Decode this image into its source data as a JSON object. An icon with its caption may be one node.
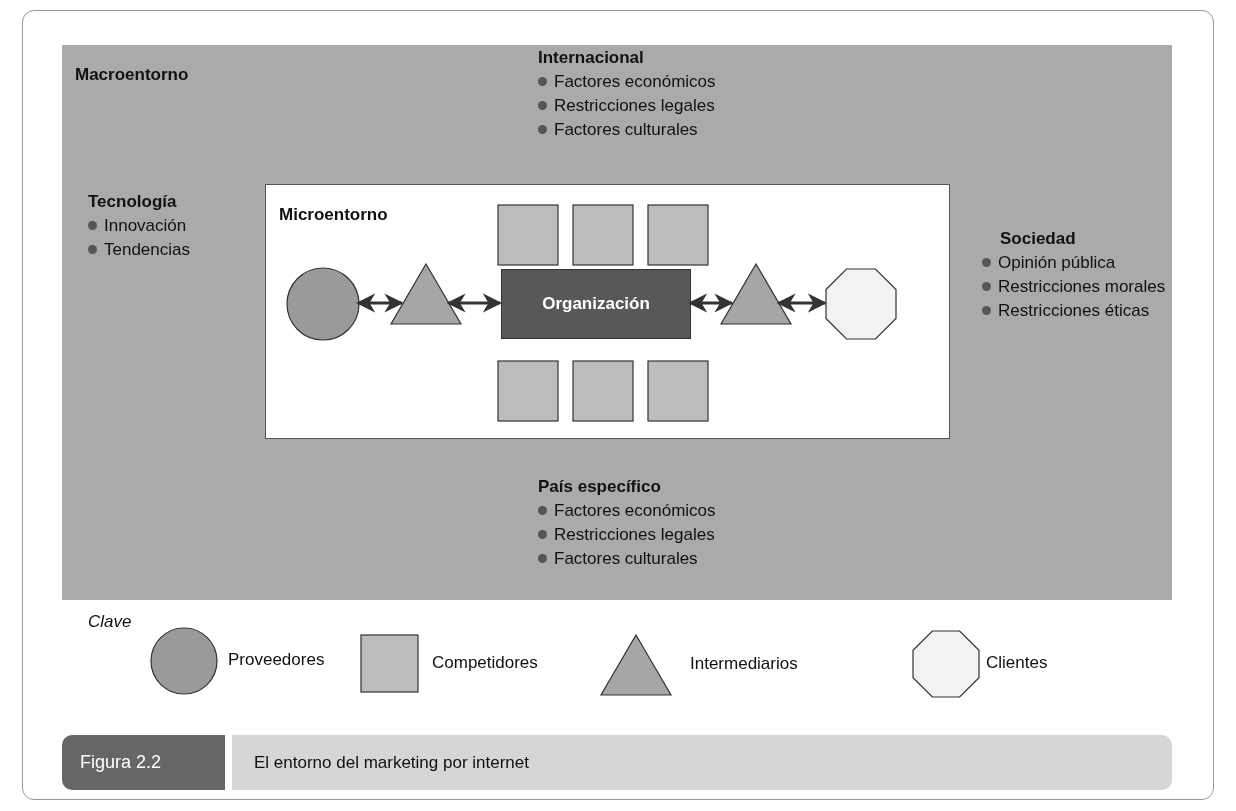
{
  "diagram": {
    "caption": "El entorno del marketing por internet",
    "nodes": [
      {
        "text": [
          "Macroentorno"
        ]
      },
      {
        "text": [
          "Microentorno"
        ],
        "in": 0
      },
      {
        "text": [],
        "shape": "circle",
        "in": 1
      },
      {
        "text": [],
        "shape": "triangle",
        "in": 1
      },
      {
        "text": [
          "Organización"
        ],
        "in": 1
      },
      {
        "text": [],
        "shape": "triangle",
        "in": 1
      },
      {
        "text": [],
        "shape": "octagon",
        "in": 1
      },
      {
        "text": [],
        "shape": "box",
        "in": 1
      },
      {
        "text": [],
        "shape": "box",
        "in": 1
      },
      {
        "text": [],
        "shape": "box",
        "in": 1
      },
      {
        "text": [],
        "shape": "box",
        "in": 1
      },
      {
        "text": [],
        "shape": "box",
        "in": 1
      },
      {
        "text": [],
        "shape": "box",
        "in": 1
      }
    ],
    "edges": [
      {
        "from": 2,
        "to": 3,
        "arrow": "both"
      },
      {
        "from": 3,
        "to": 4,
        "arrow": "both"
      },
      {
        "from": 4,
        "to": 5,
        "arrow": "both"
      },
      {
        "from": 5,
        "to": 6,
        "arrow": "both"
      }
    ],
    "labels": [
      "Internacional",
      "Factores económicos",
      "Restricciones legales",
      "Factores culturales",
      "Tecnología",
      "Innovación",
      "Tendencias",
      "Sociedad",
      "Opinión pública",
      "Restricciones morales",
      "Restricciones éticas",
      "País específico",
      "Factores económicos",
      "Restricciones legales",
      "Factores culturales",
      "Clave",
      "Figura 2.2"
    ],
    "legend": [
      {
        "text": "Proveedores"
      },
      {
        "text": "Competidores"
      },
      {
        "text": "Intermediarios"
      },
      {
        "text": "Clientes"
      }
    ]
  }
}
